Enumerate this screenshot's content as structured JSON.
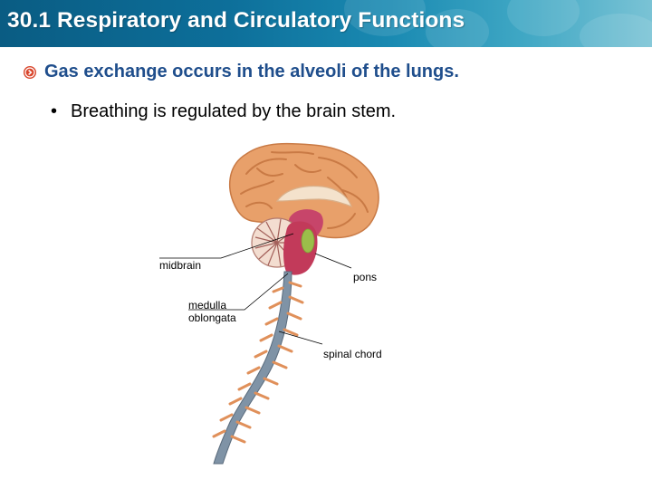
{
  "slide": {
    "title": "30.1 Respiratory and Circulatory Functions",
    "main_point": "Gas exchange occurs in the alveoli of the lungs.",
    "sub_point": "Breathing is regulated by the brain stem.",
    "sub_bullet_glyph": "•",
    "main_bullet_icon": "circle-arrow-bullet-icon"
  },
  "diagram": {
    "labels": {
      "midbrain": "midbrain",
      "pons": "pons",
      "medulla_line1": "medulla",
      "medulla_line2": "oblongata",
      "spinal_cord": "spinal chord"
    }
  },
  "colors": {
    "header_dark": "#0a5c83",
    "header_light": "#7ac3d5",
    "main_point_text": "#1f4e8c",
    "bullet_icon": "#d9452b",
    "cerebrum": "#e8a06a",
    "brainstem": "#c23a5a",
    "pons_green": "#9bbd4a",
    "spinal_cord": "#6f8497"
  }
}
